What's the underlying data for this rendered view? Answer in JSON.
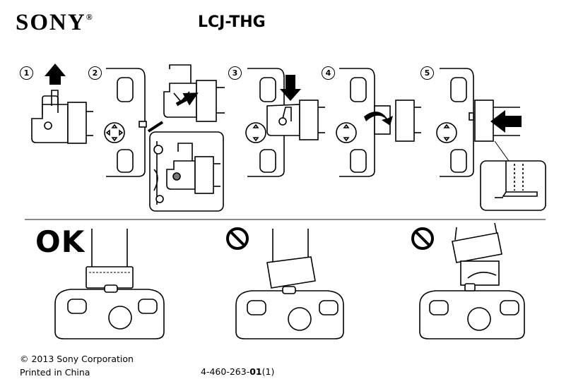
{
  "header": {
    "brand": "SONY",
    "brand_mark": "®",
    "model": "LCJ-THG"
  },
  "steps": [
    {
      "number": "1"
    },
    {
      "number": "2"
    },
    {
      "number": "3"
    },
    {
      "number": "4"
    },
    {
      "number": "5"
    }
  ],
  "examples": {
    "ok_label": "OK",
    "wrong_icon": "prohibited-icon"
  },
  "footer": {
    "copyright": "© 2013 Sony Corporation",
    "printed": "Printed in China",
    "code_prefix": "4-460-263-",
    "code_bold": "01",
    "code_suffix": "(1)"
  }
}
